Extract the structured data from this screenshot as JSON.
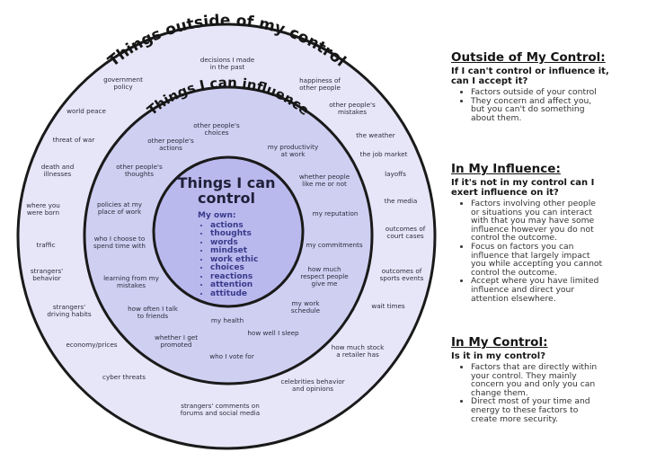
{
  "diagram": {
    "outer_title": "Things outside of my control",
    "middle_title": "Things I can influence",
    "inner_title_line1": "Things I can",
    "inner_title_line2": "control",
    "inner_list_heading": "My own:",
    "inner_items": [
      "actions",
      "thoughts",
      "words",
      "mindset",
      "work ethic",
      "choices",
      "reactions",
      "attention",
      "attitude"
    ],
    "outer_items": {
      "decisions_past": "decisions I made\nin the past",
      "government_policy": "government\npolicy",
      "happiness_others": "happiness of\nother people",
      "world_peace": "world peace",
      "others_mistakes": "other people's\nmistakes",
      "threat_of_war": "threat of war",
      "the_weather": "the weather",
      "death_illnesses": "death and\nillnesses",
      "job_market": "the job market",
      "layoffs": "layoffs",
      "where_born": "where you\nwere born",
      "the_media": "the media",
      "traffic": "traffic",
      "court_cases": "outcomes of\ncourt cases",
      "strangers_behavior": "strangers'\nbehavior",
      "sports_events": "outcomes of\nsports events",
      "strangers_driving": "strangers'\ndriving habits",
      "wait_times": "wait times",
      "economy_prices": "economy/prices",
      "stock_retailer": "how much stock\na retailer has",
      "cyber_threats": "cyber threats",
      "celebrities": "celebrities behavior\nand opinions",
      "strangers_comments": "strangers' comments on\nforums and social media"
    },
    "middle_items": {
      "others_choices": "other people's\nchoices",
      "others_actions": "other people's\nactions",
      "productivity": "my productivity\nat work",
      "others_thoughts": "other people's\nthoughts",
      "whether_like": "whether people\nlike me or not",
      "policies_work": "policies at my\nplace of work",
      "reputation": "my reputation",
      "who_spend_time": "who I choose to\nspend time with",
      "commitments": "my commitments",
      "learning_mistakes": "learning from my\nmistakes",
      "respect": "how much\nrespect people\ngive me",
      "how_talk": "how often I talk\nto friends",
      "work_schedule": "my work\nschedule",
      "health": "my health",
      "promoted": "whether I get\npromoted",
      "sleep": "how well I sleep",
      "vote": "who I vote for"
    },
    "colors": {
      "outer_fill": "#e6e6f8",
      "middle_fill": "#cfcff2",
      "inner_fill": "#b9b9ee",
      "ring_stroke": "#1a1a1a"
    }
  },
  "panel": {
    "outside": {
      "heading": "Outside of My Control:",
      "question": "If I can't control or influence it,\ncan I accept it?",
      "bullets": [
        "Factors outside of your control",
        "They concern and affect you,\nbut you can't do something\nabout them."
      ]
    },
    "influence": {
      "heading": "In My Influence:",
      "question": "If it's not in my control can I\nexert influence on it?",
      "bullets": [
        "Factors involving other people\nor situations you can interact\nwith that you may have some\ninfluence however you do not\ncontrol the outcome.",
        "Focus on factors you can\ninfluence that largely impact\nyou while accepting you cannot\ncontrol the outcome.",
        "Accept where you have limited\ninfluence and direct your\nattention elsewhere."
      ]
    },
    "control": {
      "heading": "In My Control:",
      "question": "Is it in my control?",
      "bullets": [
        "Factors that are directly within\nyour control. They mainly\nconcern you and only you can\nchange them.",
        " Direct most of your time and\nenergy to these factors to\ncreate more security."
      ]
    }
  }
}
